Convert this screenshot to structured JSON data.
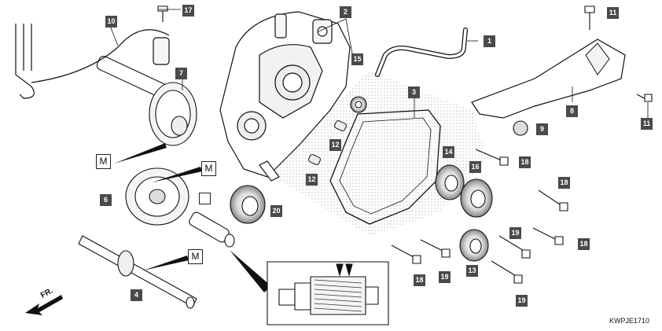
{
  "diagram": {
    "drawing_code": "KWPJE1710",
    "direction_label": "FR.",
    "lube_mark": "M",
    "callouts": [
      {
        "id": "c1",
        "label": "1"
      },
      {
        "id": "c2",
        "label": "2"
      },
      {
        "id": "c3",
        "label": "3"
      },
      {
        "id": "c4",
        "label": "4"
      },
      {
        "id": "c5",
        "label": ""
      },
      {
        "id": "c6",
        "label": "6"
      },
      {
        "id": "c7",
        "label": "7"
      },
      {
        "id": "c8",
        "label": "8"
      },
      {
        "id": "c9",
        "label": "9"
      },
      {
        "id": "c10",
        "label": "10"
      },
      {
        "id": "c11a",
        "label": "11"
      },
      {
        "id": "c11b",
        "label": "11"
      },
      {
        "id": "c12a",
        "label": "12"
      },
      {
        "id": "c12b",
        "label": "12"
      },
      {
        "id": "c13",
        "label": "13"
      },
      {
        "id": "c14",
        "label": "14"
      },
      {
        "id": "c15",
        "label": "15"
      },
      {
        "id": "c16",
        "label": "16"
      },
      {
        "id": "c17",
        "label": "17"
      },
      {
        "id": "c18a",
        "label": "18"
      },
      {
        "id": "c18b",
        "label": "18"
      },
      {
        "id": "c18c",
        "label": "18"
      },
      {
        "id": "c18d",
        "label": "18"
      },
      {
        "id": "c19a",
        "label": "19"
      },
      {
        "id": "c19b",
        "label": "19"
      },
      {
        "id": "c19c",
        "label": "19"
      },
      {
        "id": "c20",
        "label": "20"
      }
    ]
  }
}
